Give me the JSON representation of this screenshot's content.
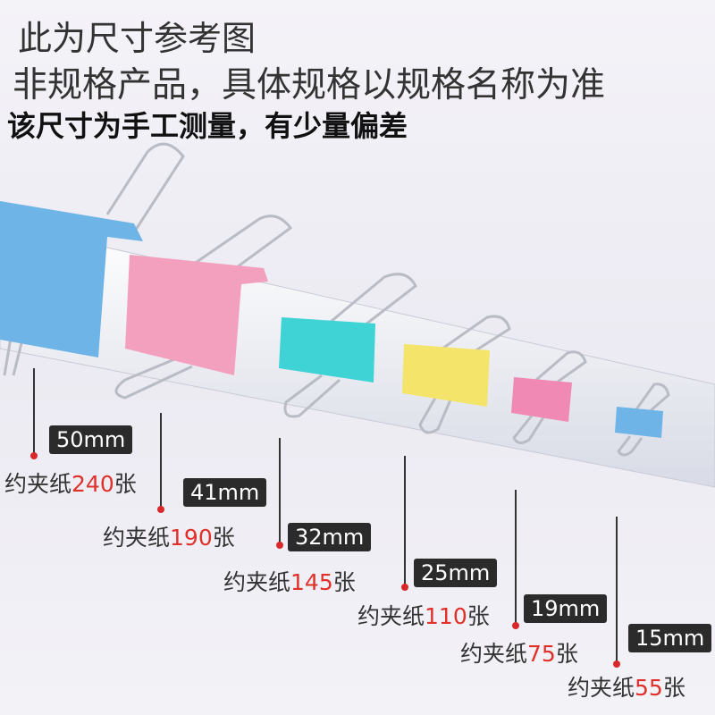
{
  "headline": {
    "line1": "此为尺寸参考图",
    "line2": "非规格产品，具体规格以规格名称为准",
    "line3": "该尺寸为手工测量，有少量偏差"
  },
  "caption_prefix": "约夹纸",
  "caption_suffix": "张",
  "clips": [
    {
      "size": "50mm",
      "sheets": "240",
      "color": "#6fb4e6"
    },
    {
      "size": "41mm",
      "sheets": "190",
      "color": "#f2a0be"
    },
    {
      "size": "32mm",
      "sheets": "145",
      "color": "#3fd3d6"
    },
    {
      "size": "25mm",
      "sheets": "110",
      "color": "#f4e46a"
    },
    {
      "size": "19mm",
      "sheets": "75",
      "color": "#f08ab5"
    },
    {
      "size": "15mm",
      "sheets": "55",
      "color": "#6fb4e6"
    }
  ]
}
